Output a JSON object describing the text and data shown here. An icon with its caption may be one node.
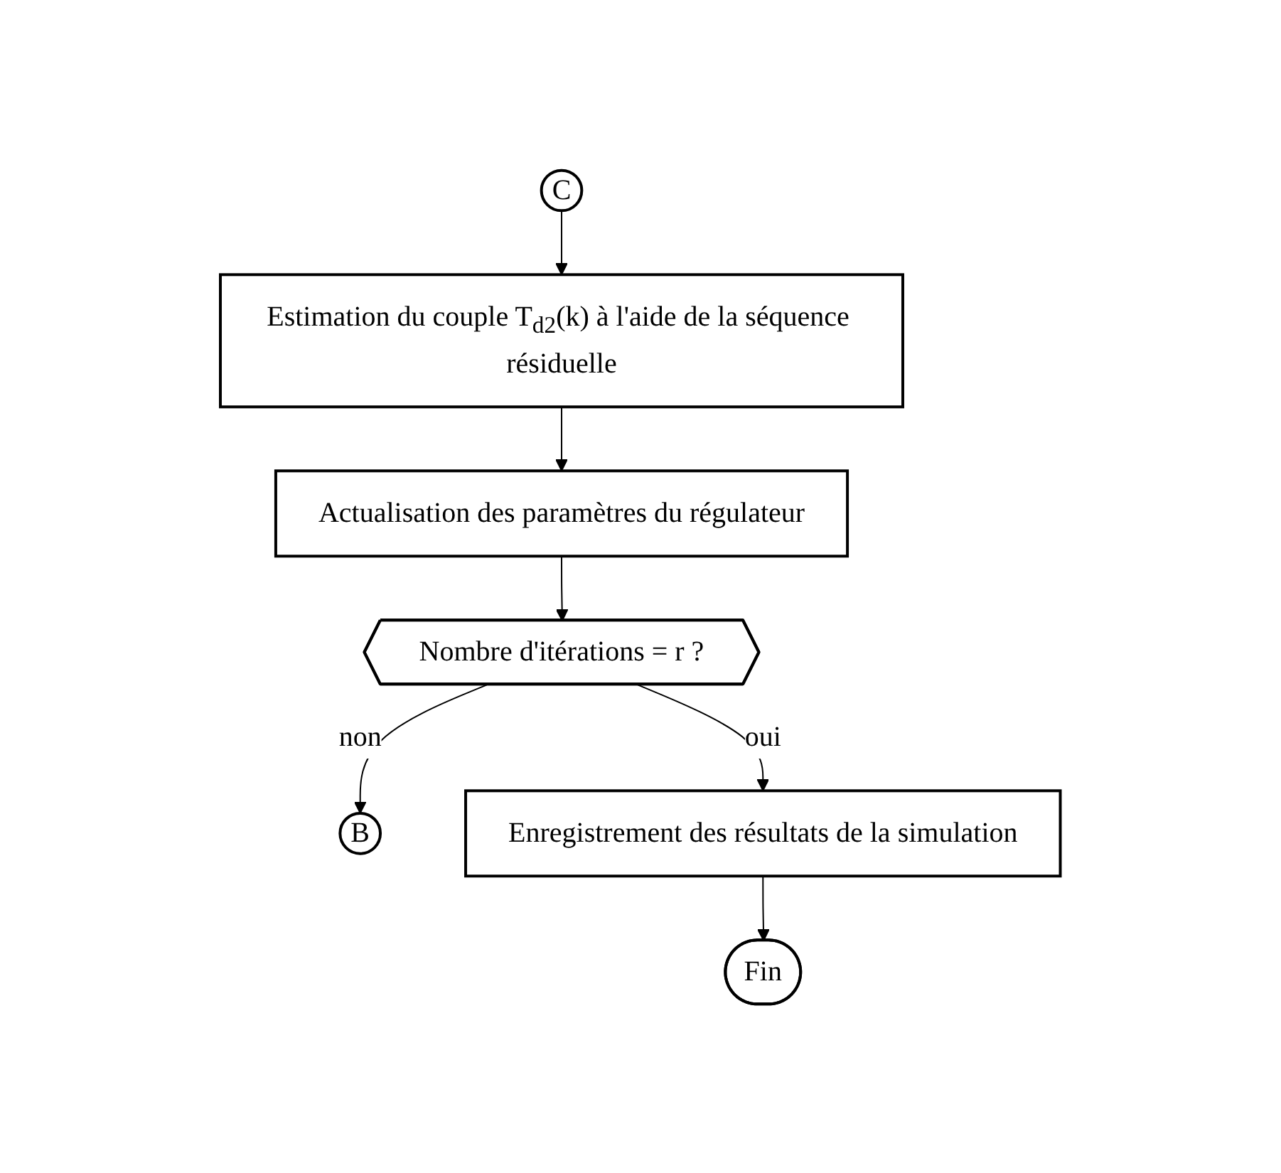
{
  "diagram": {
    "nodes": [
      {
        "text": [
          "C"
        ]
      },
      {
        "text": [
          "Estimation du couple T$_{d2}$(k) à l'aide de la séquence résiduelle"
        ]
      },
      {
        "text": [
          "Actualisation des paramètres du régulateur"
        ]
      },
      {
        "text": [
          "Nombre d'itérations = r ?"
        ]
      },
      {
        "text": [
          "B"
        ]
      },
      {
        "text": [
          "Enregistrement des résultats de la simulation"
        ]
      },
      {
        "text": [
          "Fin"
        ]
      }
    ],
    "edges": [
      {
        "from": 0,
        "to": 1,
        "arrow": "to"
      },
      {
        "from": 1,
        "to": 2,
        "arrow": "to"
      },
      {
        "from": 2,
        "to": 3,
        "arrow": "to"
      },
      {
        "from": 3,
        "to": 4,
        "arrow": "to",
        "label": "non"
      },
      {
        "from": 3,
        "to": 5,
        "arrow": "to",
        "label": "oui"
      },
      {
        "from": 5,
        "to": 6,
        "arrow": "to"
      }
    ]
  }
}
